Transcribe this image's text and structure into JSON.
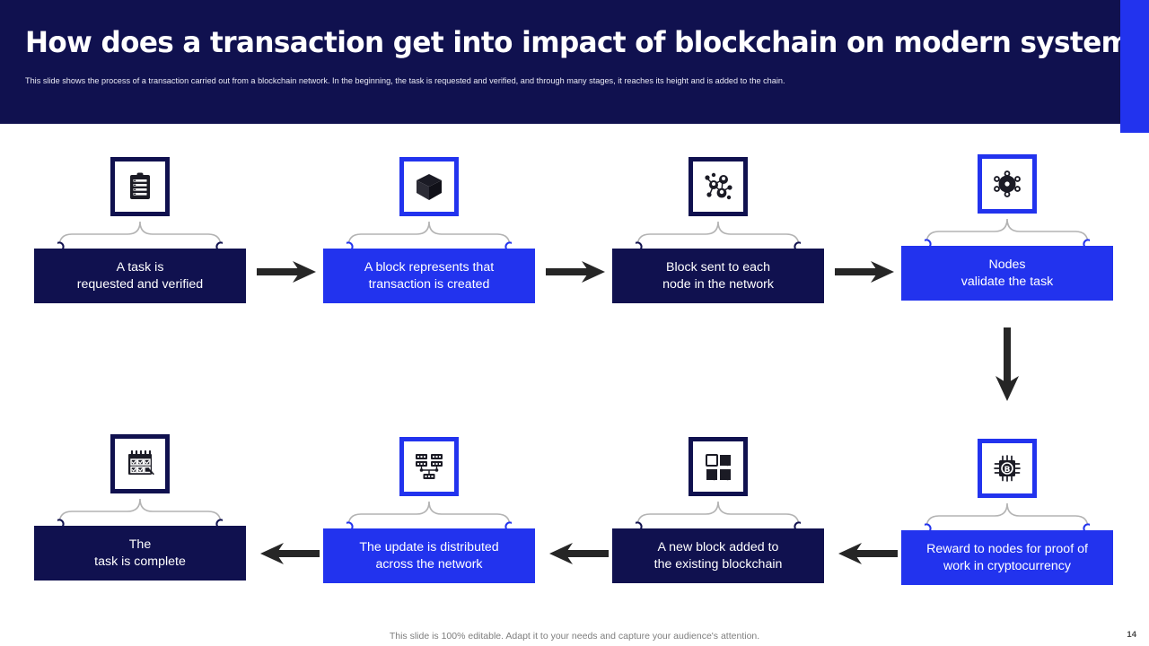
{
  "header": {
    "title": "How does a transaction get into impact of blockchain on modern systems",
    "subtitle": "This slide shows the process of a transaction carried out from a blockchain network. In the beginning, the task is requested and verified, and through many stages, it reaches its height and is added to the chain.",
    "bg_color": "#10114f",
    "accent_color": "#2233ee"
  },
  "colors": {
    "navy": "#10114f",
    "blue": "#2233ee",
    "arrow": "#262626",
    "brace": "#b3b3b3"
  },
  "steps": [
    {
      "index": 1,
      "line1": "A task is",
      "line2": "requested and verified",
      "theme": "navy",
      "icon": "clipboard-checklist-icon"
    },
    {
      "index": 2,
      "line1": "A block represents that",
      "line2": "transaction is created",
      "theme": "blue",
      "icon": "cube-block-icon"
    },
    {
      "index": 3,
      "line1": "Block sent to each",
      "line2": "node in the network",
      "theme": "navy",
      "icon": "network-nodes-icon"
    },
    {
      "index": 4,
      "line1": "Nodes",
      "line2": "validate the task",
      "theme": "blue",
      "icon": "distributed-network-icon"
    },
    {
      "index": 5,
      "line1": "Reward to nodes for proof of",
      "line2": "work in cryptocurrency",
      "theme": "blue",
      "icon": "cpu-bitcoin-chip-icon"
    },
    {
      "index": 6,
      "line1": "A new block added to",
      "line2": "the existing blockchain",
      "theme": "navy",
      "icon": "stacked-blocks-icon"
    },
    {
      "index": 7,
      "line1": "The update is distributed",
      "line2": "across the network",
      "theme": "blue",
      "icon": "server-cluster-icon"
    },
    {
      "index": 8,
      "line1": "The",
      "line2": "task is complete",
      "theme": "navy",
      "icon": "calendar-checked-icon"
    }
  ],
  "arrows": [
    {
      "name": "arrow-step1-to-step2",
      "direction": "right"
    },
    {
      "name": "arrow-step2-to-step3",
      "direction": "right"
    },
    {
      "name": "arrow-step3-to-step4",
      "direction": "right"
    },
    {
      "name": "arrow-step4-to-step5",
      "direction": "down"
    },
    {
      "name": "arrow-step5-to-step6",
      "direction": "left"
    },
    {
      "name": "arrow-step6-to-step7",
      "direction": "left"
    },
    {
      "name": "arrow-step7-to-step8",
      "direction": "left"
    }
  ],
  "footer": {
    "note": "This slide is 100% editable. Adapt it to your needs and capture your audience's attention.",
    "page_number": "14"
  }
}
